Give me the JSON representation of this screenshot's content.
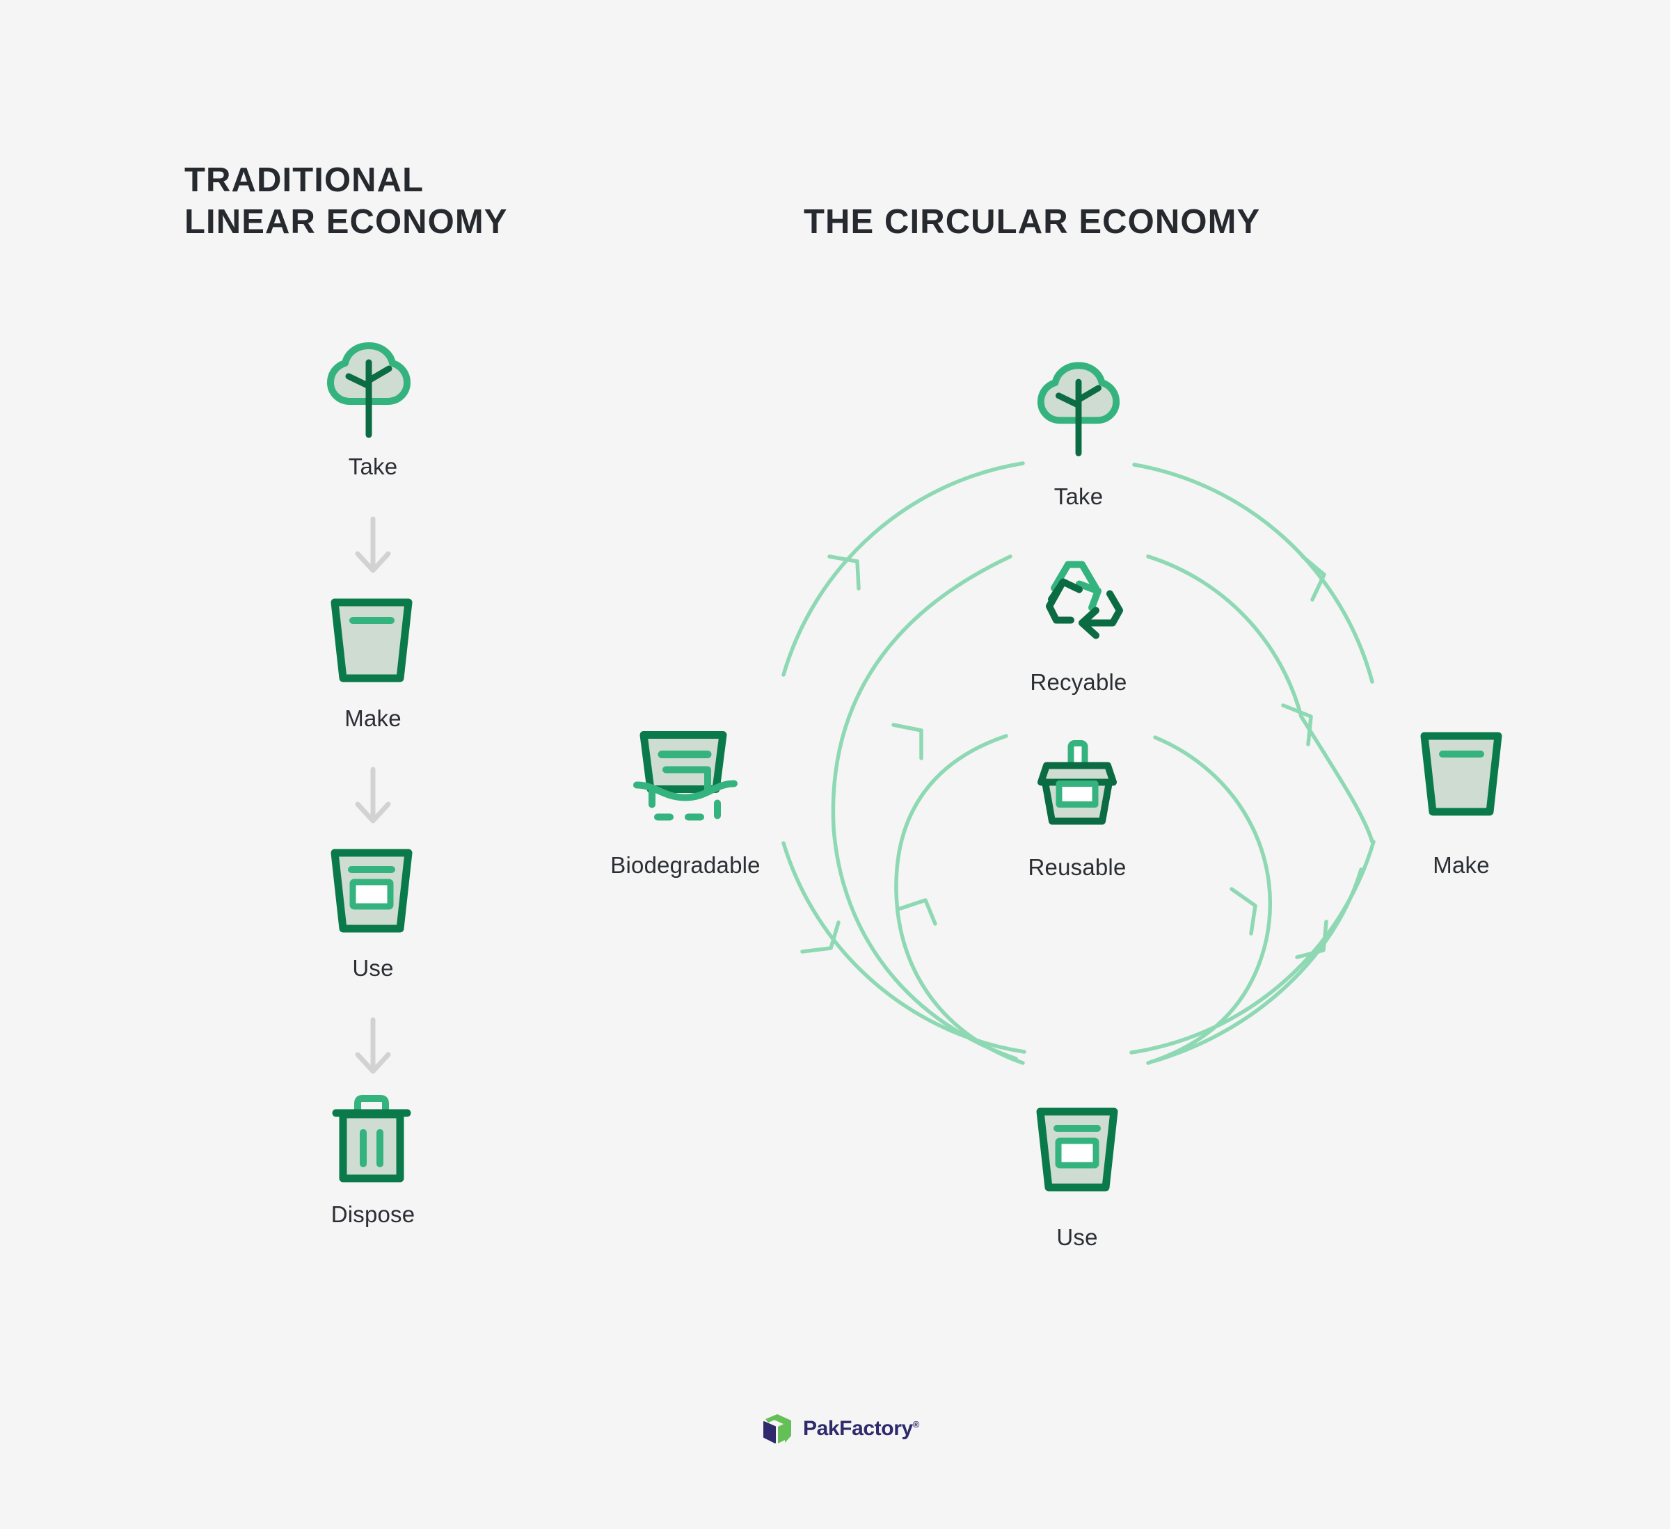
{
  "background_color": "#f5f5f5",
  "palette": {
    "dark_green": "#0b7a4b",
    "mid_green": "#35b37e",
    "light_green_arc": "#8ed9b4",
    "icon_fill": "#cfdcd2",
    "arrow_gray": "#d2d2d2",
    "text_dark": "#26292e",
    "logo_navy": "#2e2a6b",
    "logo_green": "#63c056"
  },
  "linear": {
    "title": "TRADITIONAL\nLINEAR ECONOMY",
    "steps": [
      {
        "label": "Take",
        "icon": "tree-icon"
      },
      {
        "label": "Make",
        "icon": "box-plain-icon"
      },
      {
        "label": "Use",
        "icon": "box-window-icon"
      },
      {
        "label": "Dispose",
        "icon": "trash-icon"
      }
    ],
    "connector_icon": "arrow-down-icon",
    "connector_count": 3
  },
  "circular": {
    "title": "THE CIRCULAR ECONOMY",
    "nodes": [
      {
        "label": "Take",
        "icon": "tree-icon",
        "position": "outer-top"
      },
      {
        "label": "Recyable",
        "icon": "recycle-icon",
        "position": "middle-top"
      },
      {
        "label": "Reusable",
        "icon": "crate-icon",
        "position": "inner-top"
      },
      {
        "label": "Biodegradable",
        "icon": "box-decomposing-icon",
        "position": "outer-left"
      },
      {
        "label": "Make",
        "icon": "box-plain-icon",
        "position": "outer-right"
      },
      {
        "label": "Use",
        "icon": "box-window-icon",
        "position": "bottom"
      }
    ],
    "loops": [
      {
        "name": "outer-loop",
        "radius": 430
      },
      {
        "name": "middle-loop",
        "radius": 310
      },
      {
        "name": "inner-loop",
        "radius": 190
      }
    ],
    "arrow_marker_icon": "chevron-arrow-icon"
  },
  "footer": {
    "brand": "PakFactory",
    "trademark": "®",
    "logo_icon": "pakfactory-cube-logo"
  }
}
